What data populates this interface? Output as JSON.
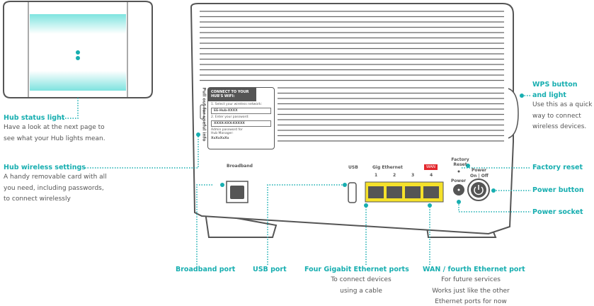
{
  "colors": {
    "accent": "#17aeb0",
    "device": "#555555",
    "ports": "#f5e12a",
    "wan": "#e3262c"
  },
  "card": {
    "title": "CONNECT TO YOUR HUB'S WIFI:",
    "step1": "1. Select your wireless network:",
    "network": "EE-Hub-XXXX",
    "step2": "2. Enter your password:",
    "password": "XXXX-XXX-XXXXX",
    "admin": "Admin password for Hub Manager:",
    "admin_value": "XxXxXxXx"
  },
  "device": {
    "pull_out": "Pull out for useful info",
    "broadband": "Broadband",
    "usb": "USB",
    "gig_ethernet": "Gig Ethernet",
    "wan": "WAN",
    "port_numbers": [
      "1",
      "2",
      "3",
      "4"
    ],
    "factory_reset": "Factory Reset",
    "power_switch": "Power",
    "on_off": "On | Off",
    "power": "Power"
  },
  "callouts": {
    "status_light": {
      "title": "Hub status light",
      "desc": [
        "Have a look at the next page to",
        "see what your Hub lights mean."
      ]
    },
    "wireless": {
      "title": "Hub wireless settings",
      "desc": [
        "A handy removable card with all",
        "you need, including passwords,",
        "to connect wirelessly"
      ]
    },
    "wps": {
      "title": [
        "WPS button",
        "and light"
      ],
      "desc": [
        "Use this as a quick",
        "way to connect",
        "wireless devices."
      ]
    },
    "factory_reset": {
      "title": "Factory reset"
    },
    "power_button": {
      "title": "Power button"
    },
    "power_socket": {
      "title": "Power socket"
    },
    "broadband_port": {
      "title": "Broadband port"
    },
    "usb_port": {
      "title": "USB port"
    },
    "ethernet": {
      "title": "Four Gigabit Ethernet ports",
      "desc": [
        "To connect devices",
        "using a cable"
      ]
    },
    "wan": {
      "title": "WAN / fourth Ethernet port",
      "desc": [
        "For future services",
        "Works just like the other",
        "Ethernet ports for now"
      ]
    }
  }
}
